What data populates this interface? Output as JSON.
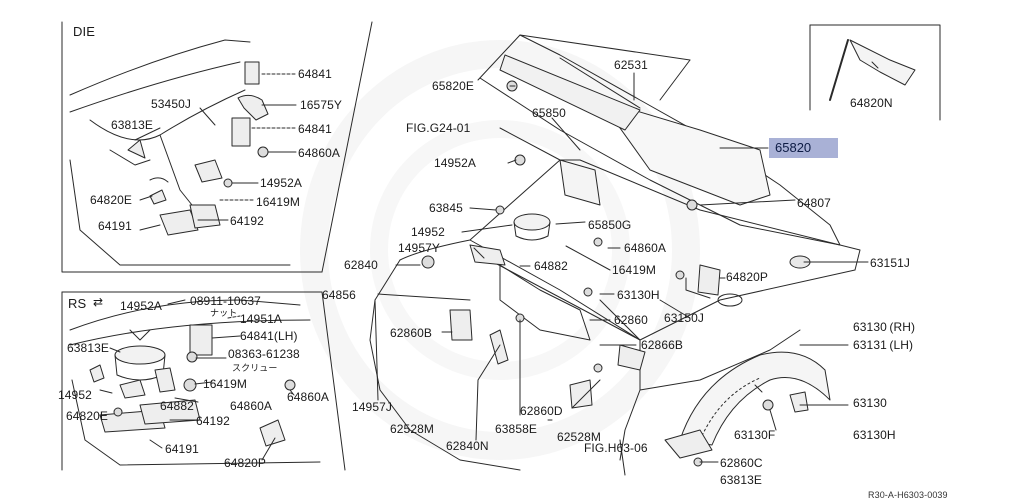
{
  "diagram": {
    "die_title": "DIE",
    "rs_title": "RS",
    "footer_code": "R30-A-H6303-0039",
    "highlight_part": "65820",
    "highlight_color": "#a9b1d6",
    "labels": {
      "p64841_a": "64841",
      "p53450j": "53450J",
      "p16575y": "16575Y",
      "p63813e_a": "63813E",
      "p64841_b": "64841",
      "p64860a_a": "64860A",
      "p14952a_a": "14952A",
      "p64820e_a": "64820E",
      "p16419m_a": "16419M",
      "p64191_a": "64191",
      "p64192_a": "64192",
      "p65820e": "65820E",
      "p62531": "62531",
      "p65850": "65850",
      "figg24": "FIG.G24-01",
      "p14952a_b": "14952A",
      "p64807": "64807",
      "p63845": "63845",
      "p14952": "14952",
      "p65850g": "65850G",
      "p14957y": "14957Y",
      "p64860a_b": "64860A",
      "p62840": "62840",
      "p64882_a": "64882",
      "p16419m_b": "16419M",
      "p63151j": "63151J",
      "p64820p_a": "64820P",
      "p64856": "64856",
      "p63130h_a": "63130H",
      "p64820n": "64820N",
      "p62860": "62860",
      "p63150j": "63150J",
      "p62860b": "62860B",
      "p62866b": "62866B",
      "p63130rh": "63130 (RH)",
      "p63131lh": "63131 (LH)",
      "p14957j": "14957J",
      "p62860d": "62860D",
      "p63130_b": "63130",
      "p62528m_a": "62528M",
      "p63858e": "63858E",
      "p62528m_b": "62528M",
      "p63130f": "63130F",
      "p63130h_b": "63130H",
      "p62840n": "62840N",
      "figh63": "FIG.H63-06",
      "p62860c": "62860C",
      "p63813e_b": "63813E",
      "rs_14952a": "14952A",
      "rs_08911": "08911‐10637",
      "rs_nut": "ナット",
      "rs_14951a": "14951A",
      "rs_64841lh": "64841(LH)",
      "rs_63813e": "63813E",
      "rs_08363": "08363‐61238",
      "rs_screw": "スクリュー",
      "rs_14952": "14952",
      "rs_16419m": "16419M",
      "rs_64882": "64882",
      "rs_64860a_a": "64860A",
      "rs_64860a_b": "64860A",
      "rs_64820e": "64820E",
      "rs_64192": "64192",
      "rs_64191": "64191",
      "rs_64820p": "64820P"
    }
  }
}
